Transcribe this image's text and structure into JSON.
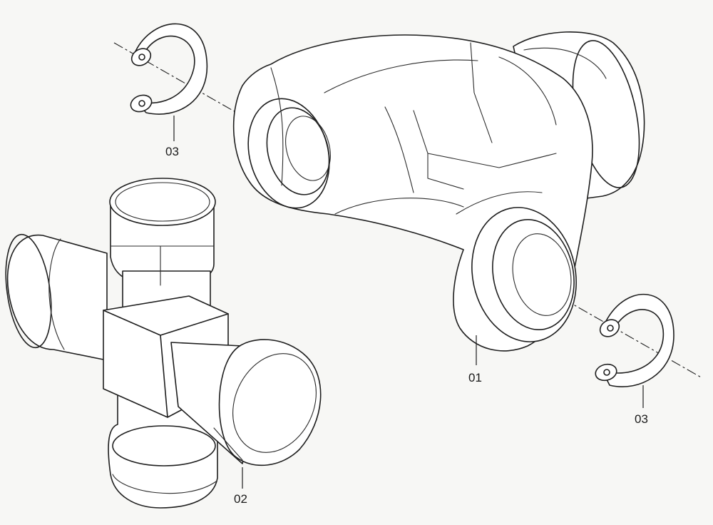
{
  "callouts": {
    "yoke": "01",
    "cross": "02",
    "ring_top": "03",
    "ring_bottom": "03"
  },
  "colors": {
    "line": "#1e1e1e",
    "paper": "#f7f7f5"
  }
}
